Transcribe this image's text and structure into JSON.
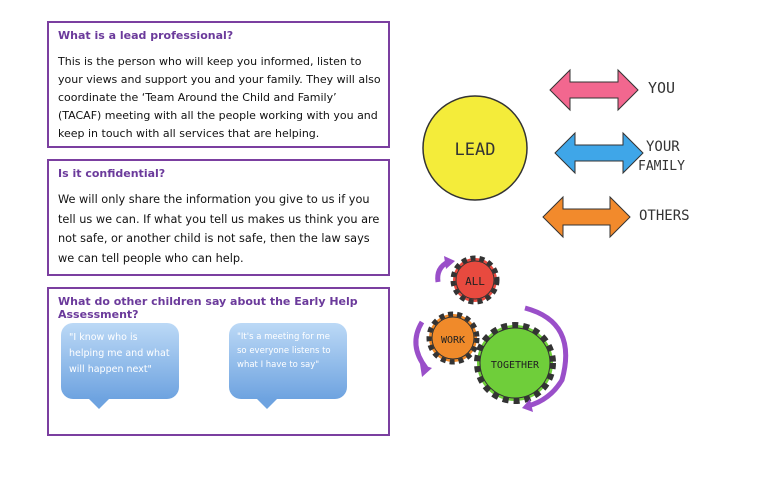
{
  "sections": {
    "lead": {
      "title": "What is a lead professional?",
      "body": "This is the person who will keep you informed, listen to your views and support you and your family. They will also coordinate the ‘Team Around the Child and Family’ (TACAF) meeting with all the people working with you and keep in touch with all services that are helping."
    },
    "confidential": {
      "title": "Is it confidential?",
      "body": "We will only share the information you give to us if you tell us we can.  If what you tell us makes us think you are not safe, or another child is not safe, then the law says we can tell people who can help."
    },
    "children": {
      "title": "What do other children say about the Early Help Assessment?",
      "quotes": [
        "\"I know who is helping me and what will happen next\"",
        "\"It's a meeting for me so everyone listens to what I have to say\""
      ]
    }
  },
  "illustration": {
    "lead_label": "LEAD",
    "arrow_labels": [
      "YOU",
      "YOUR",
      "FAMILY",
      "OTHERS"
    ],
    "cog_labels": [
      "ALL",
      "WORK",
      "TOGETHER"
    ],
    "colors": {
      "lead_circle": "#f4ec3a",
      "arrow_you": "#f2678f",
      "arrow_family": "#3fa6e8",
      "arrow_others": "#f28a2c",
      "cog_all": "#e84a3f",
      "cog_work": "#f08a2a",
      "cog_together": "#6fce3a",
      "cycle_arrows": "#9a4fc9"
    }
  }
}
